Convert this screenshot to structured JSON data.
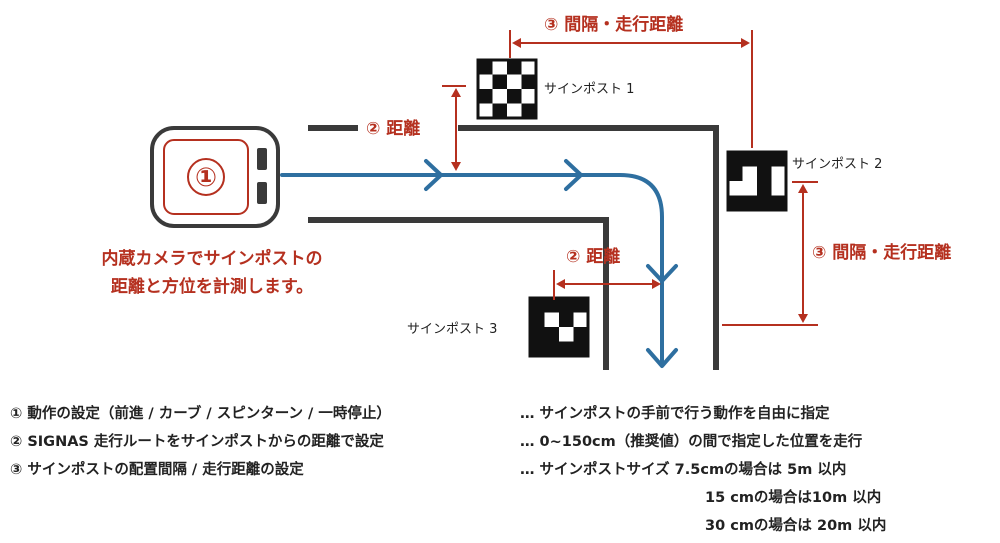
{
  "colors": {
    "accent_red": "#b5301f",
    "path_blue": "#2e6fa0",
    "wall_gray": "#3a3a3a",
    "text": "#222222"
  },
  "diagram": {
    "robot_marker": "①",
    "caption_lines": [
      "内蔵カメラでサインポストの",
      "距離と方位を計測します。"
    ],
    "signposts": [
      {
        "label": "サインポスト 1"
      },
      {
        "label": "サインポスト 2"
      },
      {
        "label": "サインポスト 3"
      }
    ],
    "dimensions": {
      "interval_top": "③ 間隔・走行距離",
      "distance_top": "② 距離",
      "distance_mid": "② 距離",
      "interval_right": "③ 間隔・走行距離"
    }
  },
  "notes": [
    {
      "left": "① 動作の設定（前進 / カーブ / スピンターン / 一時停止）",
      "right": "… サインポストの手前で行う動作を自由に指定"
    },
    {
      "left": "② SIGNAS 走行ルートをサインポストからの距離で設定",
      "right": "… 0~150cm（推奨値）の間で指定した位置を走行"
    },
    {
      "left": "③ サインポストの配置間隔 / 走行距離の設定",
      "right": "… サインポストサイズ 7.5cmの場合は 5m 以内"
    },
    {
      "left": "",
      "right": "15 cmの場合は10m 以内"
    },
    {
      "left": "",
      "right": "30 cmの場合は 20m 以内"
    }
  ]
}
